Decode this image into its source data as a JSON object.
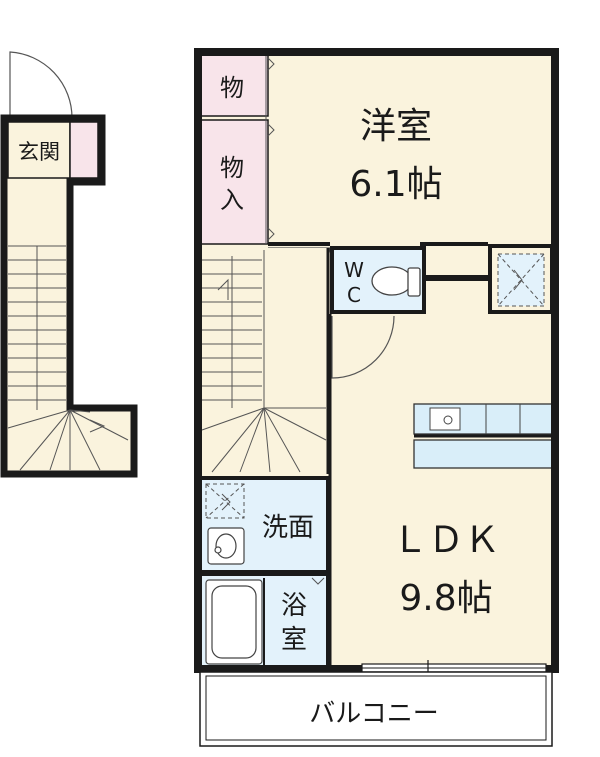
{
  "rooms": {
    "genkan": "玄関",
    "mono_small": "物",
    "mono_ire_top": "物",
    "mono_ire_bottom": "入",
    "youshitsu_name": "洋室",
    "youshitsu_size": "6.1帖",
    "wc_w": "W",
    "wc_c": "C",
    "senmen": "洗面",
    "yokushitsu_top": "浴",
    "yokushitsu_bottom": "室",
    "ldk_name": "ＬＤＫ",
    "ldk_size": "9.8帖",
    "balcony": "バルコニー"
  },
  "colors": {
    "floor": "#faf3dd",
    "storage": "#f8e4ea",
    "wet_area": "#e3f2fb",
    "wall": "#1a1a1a",
    "kitchen": "#d9eef9"
  }
}
